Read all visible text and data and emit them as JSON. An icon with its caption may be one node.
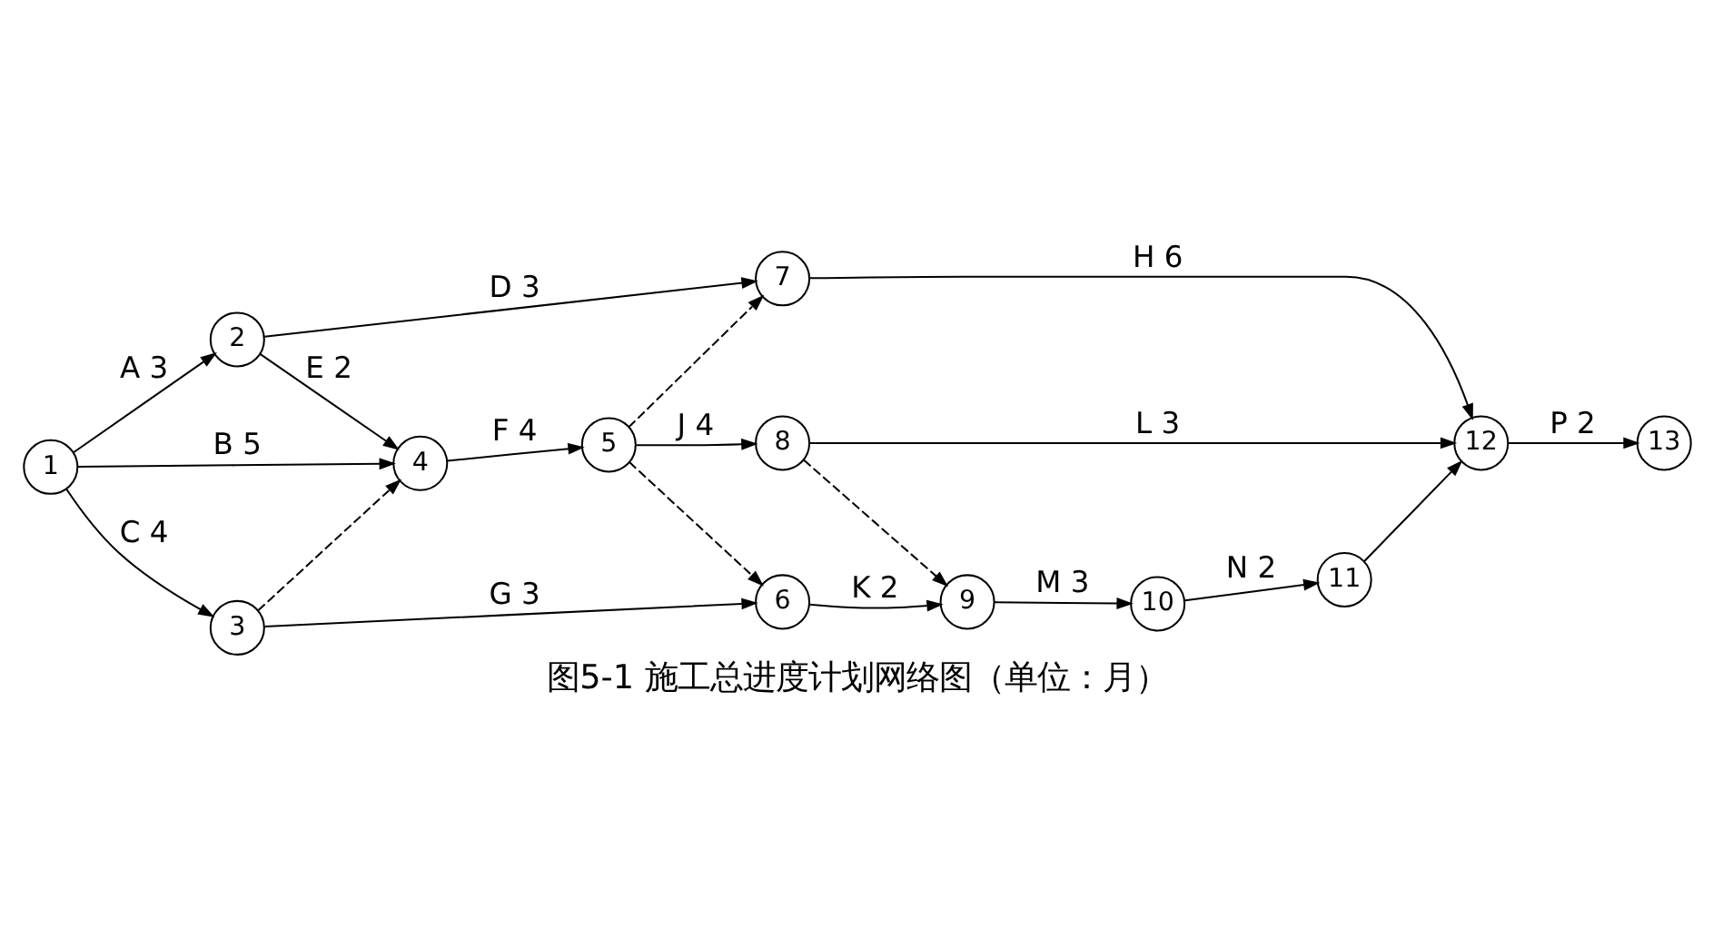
{
  "diagram": {
    "caption": "图5-1 施工总进度计划网络图（单位：月）",
    "nodes": [
      {
        "text": [
          "1"
        ]
      },
      {
        "text": [
          "2"
        ]
      },
      {
        "text": [
          "3"
        ]
      },
      {
        "text": [
          "4"
        ]
      },
      {
        "text": [
          "5"
        ]
      },
      {
        "text": [
          "6"
        ]
      },
      {
        "text": [
          "7"
        ]
      },
      {
        "text": [
          "8"
        ]
      },
      {
        "text": [
          "9"
        ]
      },
      {
        "text": [
          "10"
        ]
      },
      {
        "text": [
          "11"
        ]
      },
      {
        "text": [
          "12"
        ]
      },
      {
        "text": [
          "13"
        ]
      }
    ],
    "edges": [
      {
        "from": 0,
        "to": 1,
        "arrow": "to",
        "label": "A 3"
      },
      {
        "from": 0,
        "to": 3,
        "arrow": "to",
        "label": "B 5"
      },
      {
        "from": 0,
        "to": 2,
        "arrow": "to",
        "label": "C 4"
      },
      {
        "from": 1,
        "to": 6,
        "arrow": "to",
        "label": "D 3"
      },
      {
        "from": 1,
        "to": 3,
        "arrow": "to",
        "label": "E 2"
      },
      {
        "from": 2,
        "to": 3,
        "arrow": "to",
        "style": "dashed"
      },
      {
        "from": 3,
        "to": 4,
        "arrow": "to",
        "label": "F 4"
      },
      {
        "from": 2,
        "to": 5,
        "arrow": "to",
        "label": "G 3"
      },
      {
        "from": 4,
        "to": 6,
        "arrow": "to",
        "style": "dashed"
      },
      {
        "from": 4,
        "to": 5,
        "arrow": "to",
        "style": "dashed"
      },
      {
        "from": 6,
        "to": 11,
        "arrow": "to",
        "label": "H 6"
      },
      {
        "from": 4,
        "to": 7,
        "arrow": "to",
        "label": "J 4"
      },
      {
        "from": 5,
        "to": 8,
        "arrow": "to",
        "label": "K 2"
      },
      {
        "from": 7,
        "to": 8,
        "arrow": "to",
        "style": "dashed"
      },
      {
        "from": 7,
        "to": 11,
        "arrow": "to",
        "label": "L 3"
      },
      {
        "from": 8,
        "to": 9,
        "arrow": "to",
        "label": "M 3"
      },
      {
        "from": 9,
        "to": 10,
        "arrow": "to",
        "label": "N 2"
      },
      {
        "from": 10,
        "to": 11,
        "arrow": "to"
      },
      {
        "from": 11,
        "to": 12,
        "arrow": "to",
        "label": "P 2"
      }
    ]
  }
}
